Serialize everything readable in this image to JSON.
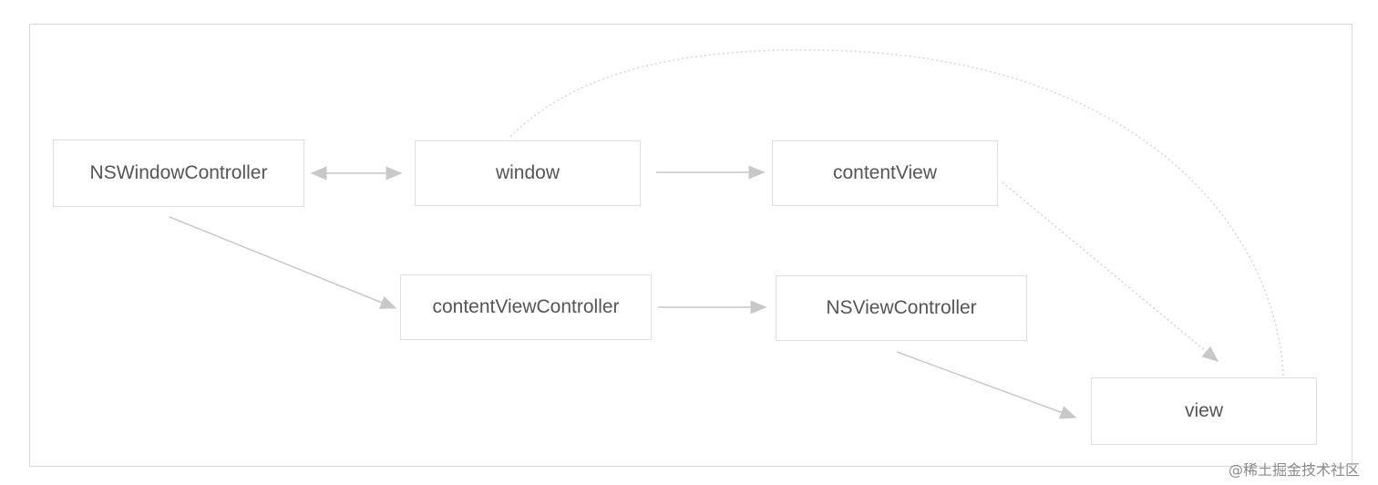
{
  "diagram": {
    "nodes": {
      "ns_window_controller": "NSWindowController",
      "window": "window",
      "content_view": "contentView",
      "content_view_controller": "contentViewController",
      "ns_view_controller": "NSViewController",
      "view": "view"
    },
    "edges": [
      {
        "from": "NSWindowController",
        "to": "window",
        "style": "double-arrow"
      },
      {
        "from": "window",
        "to": "contentView",
        "style": "arrow"
      },
      {
        "from": "NSWindowController",
        "to": "contentViewController",
        "style": "arrow"
      },
      {
        "from": "contentViewController",
        "to": "NSViewController",
        "style": "arrow"
      },
      {
        "from": "NSViewController",
        "to": "view",
        "style": "arrow"
      },
      {
        "from": "contentView",
        "to": "view",
        "style": "dotted-arrow"
      },
      {
        "from": "view",
        "to": "window",
        "style": "dotted-curve"
      }
    ],
    "colors": {
      "edge": "#c8c8c8",
      "node_border": "#dedede",
      "text": "#555555"
    }
  },
  "watermark": "@稀土掘金技术社区"
}
